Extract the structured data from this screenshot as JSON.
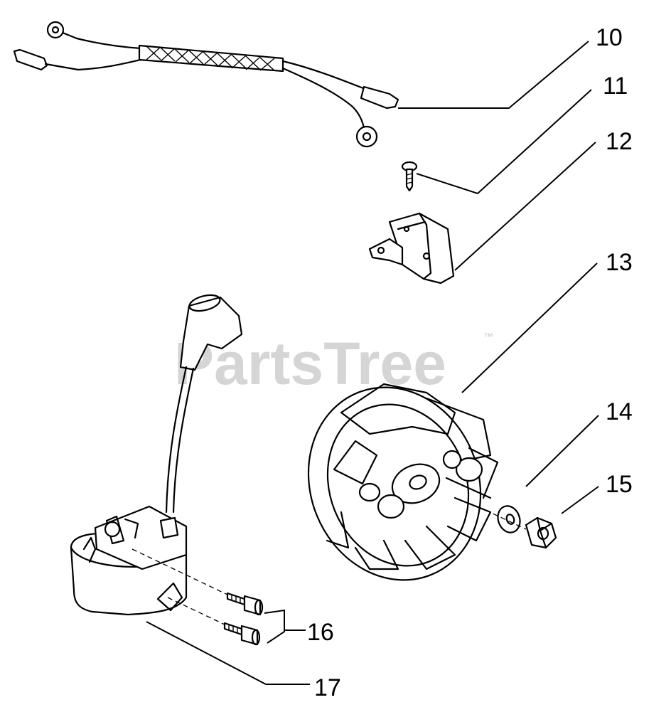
{
  "watermark": {
    "text": "PartsTree",
    "trademark": "™"
  },
  "callouts": [
    {
      "id": "10",
      "label": "10"
    },
    {
      "id": "11",
      "label": "11"
    },
    {
      "id": "12",
      "label": "12"
    },
    {
      "id": "13",
      "label": "13"
    },
    {
      "id": "14",
      "label": "14"
    },
    {
      "id": "15",
      "label": "15"
    },
    {
      "id": "16",
      "label": "16"
    },
    {
      "id": "17",
      "label": "17"
    }
  ],
  "colors": {
    "ink": "#000000",
    "background": "#ffffff",
    "watermark": "#c8c8c8"
  }
}
